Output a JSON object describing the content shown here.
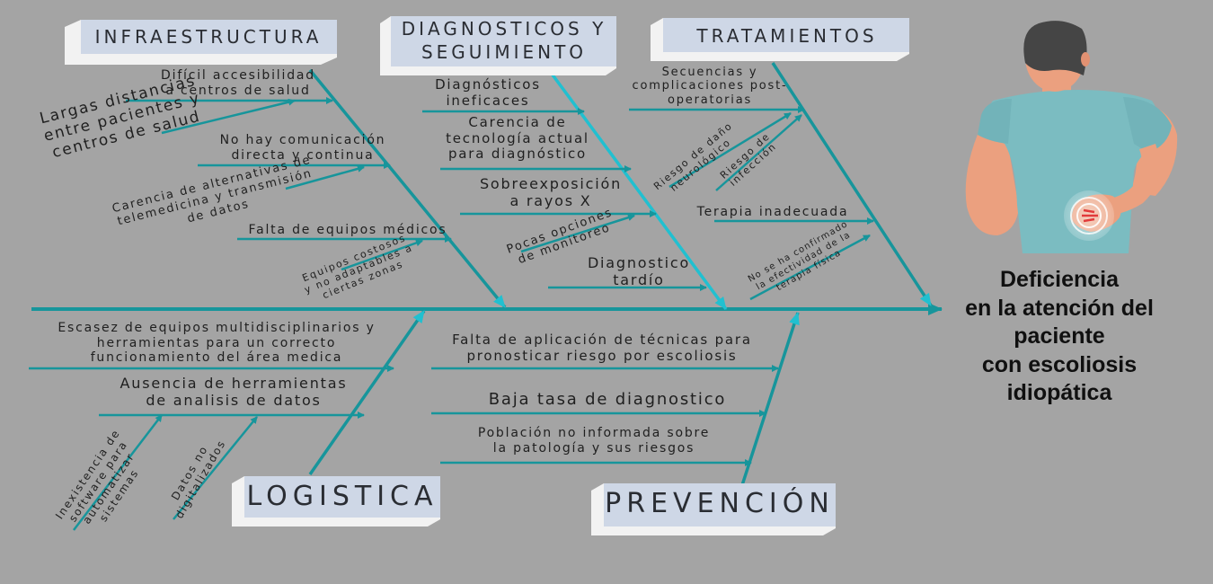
{
  "categories": {
    "infraestructura": "INFRAESTRUCTURA",
    "diagnosticos": "DIAGNOSTICOS Y\nSEGUIMIENTO",
    "tratamientos": "TRATAMIENTOS",
    "logistica": "LOGISTICA",
    "prevencion": "PREVENCIÓN"
  },
  "result": "Deficiencia\nen la atención del\npaciente\ncon escoliosis\nidiopática",
  "causes": {
    "infraestructura": {
      "accesibilidad": "Difícil accesibilidad\na centros de salud",
      "largas_distancias": "Largas distancias\nentre pacientes y\ncentros de salud",
      "comunicacion": "No hay comunicación\ndirecta y continua",
      "telemedicina": "Carencia de alternativas de\ntelemedicina y transmisión\nde datos",
      "equipos_medicos": "Falta de equipos médicos",
      "equipos_costosos": "Equipos costosos\ny no adaptables a\nciertas zonas"
    },
    "diagnosticos": {
      "ineficaces": "Diagnósticos\nineficaces",
      "tecnologia": "Carencia de\ntecnología actual\npara diagnóstico",
      "rayos_x": "Sobreexposición\na rayos X",
      "monitoreo": "Pocas opciones\nde monitoreo",
      "tardio": "Diagnostico\ntardío"
    },
    "tratamientos": {
      "secuencias": "Secuencias y\ncomplicaciones post-\noperatorias",
      "dano_neurologico": "Riesgo de daño\nneurológico",
      "infeccion": "Riesgo de\ninfección",
      "terapia": "Terapia inadecuada",
      "efectividad": "No se ha confirmado\nla efectividad de la\nterapia física"
    },
    "logistica": {
      "escasez": "Escasez  de equipos multidisciplinarios y\nherramientas para un correcto\nfuncionamiento del área medica",
      "herramientas": "Ausencia de herramientas\nde analisis de datos",
      "software": "Inexistencia de\nsoftware para\nautomatizar sistemas",
      "datos": "Datos no\ndigitalizados"
    },
    "prevencion": {
      "tecnicas": "Falta de aplicación de técnicas para\npronosticar riesgo por escoliosis",
      "tasa": "Baja tasa de diagnostico",
      "poblacion": "Población no informada sobre\nla patología y sus riesgos"
    }
  },
  "colors": {
    "background": "#a4a4a4",
    "teal": "#17959b",
    "cyan": "#21c0d0",
    "label_box": "#ced7e6",
    "label_shadow": "#f2f2f2",
    "skin": "#eba07f",
    "shirt": "#7bbcc1",
    "hair": "#454545",
    "pain": "#e23b3b"
  },
  "icons": [
    "patient-back-pain-icon"
  ]
}
